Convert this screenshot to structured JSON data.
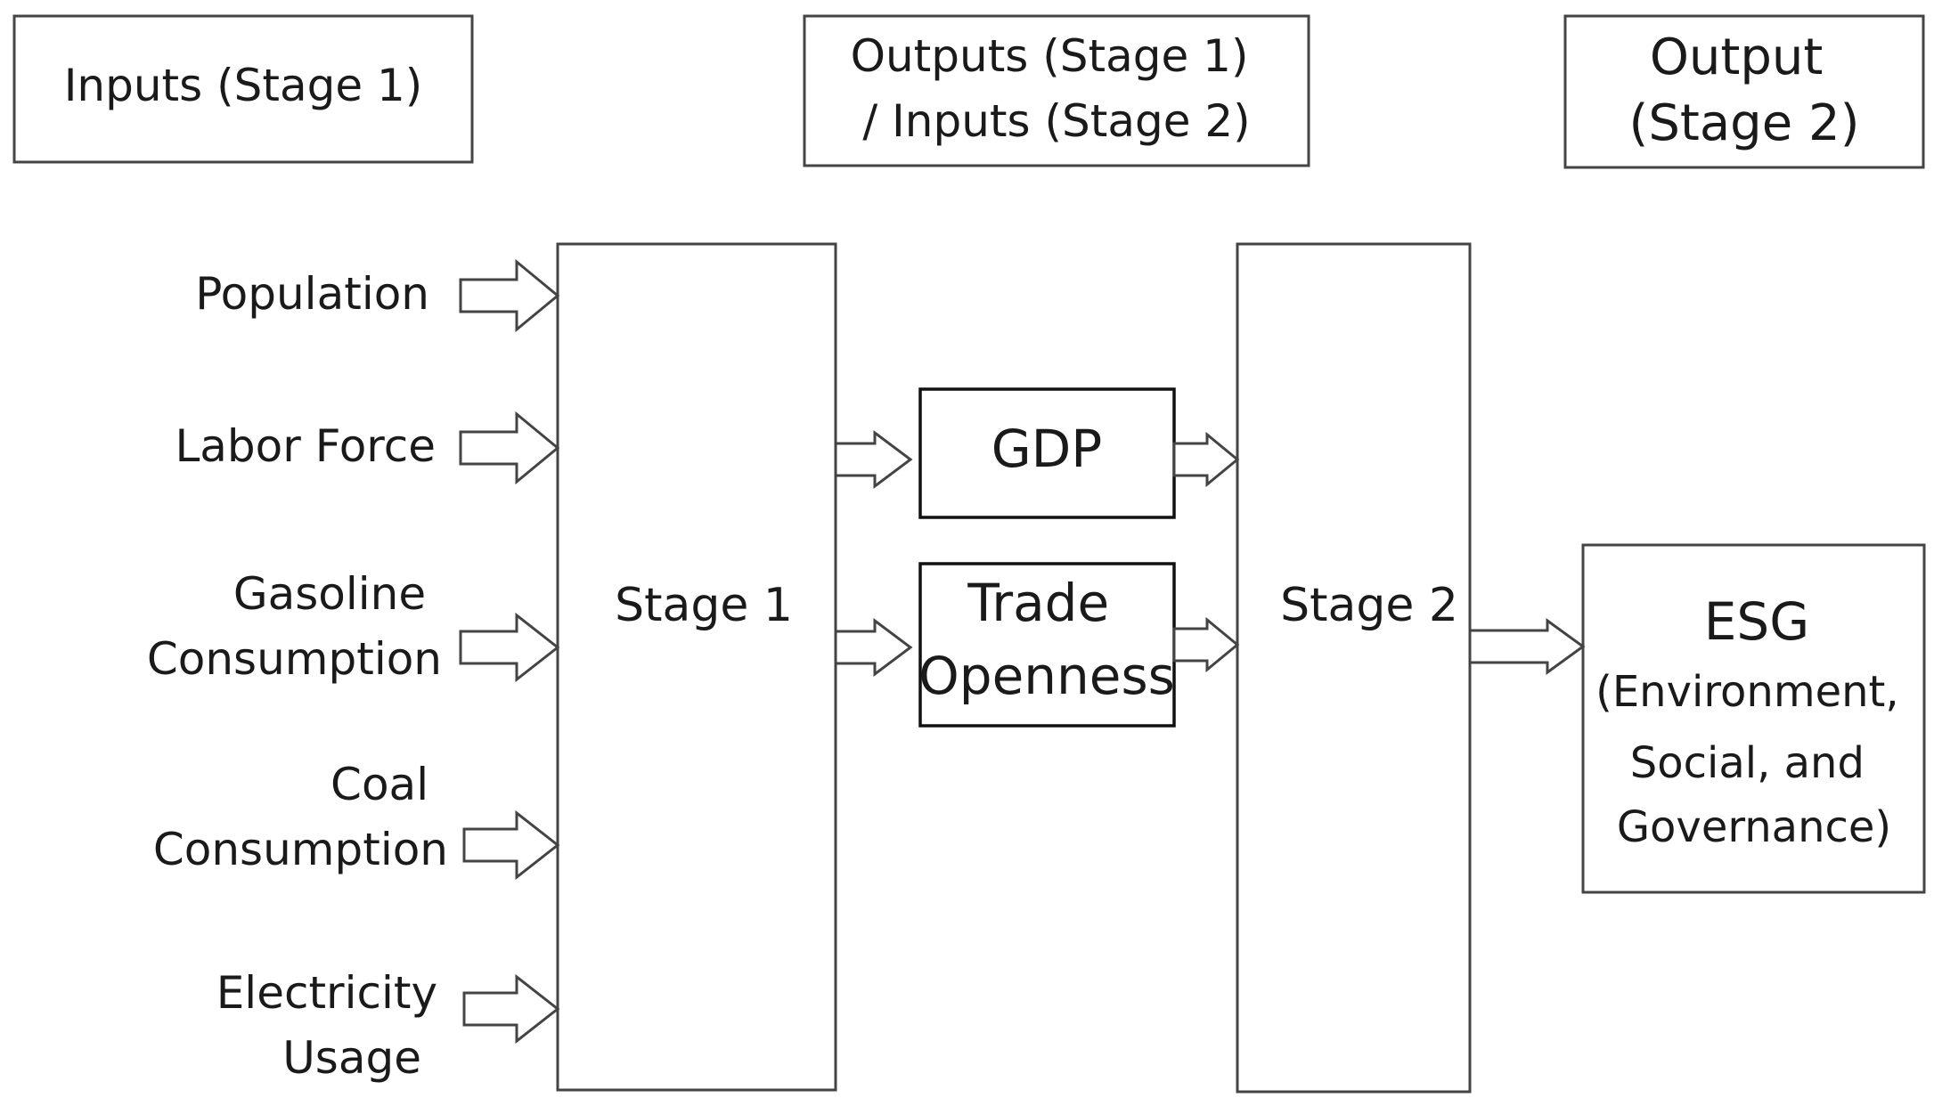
{
  "headers": {
    "inputs_stage1": [
      "Inputs (Stage 1)"
    ],
    "outputs_inputs": [
      "Outputs (Stage 1)",
      "/ Inputs (Stage 2)"
    ],
    "output_stage2": [
      "Output",
      "(Stage 2)"
    ]
  },
  "inputs": [
    [
      "Population"
    ],
    [
      "Labor Force"
    ],
    [
      "Gasoline",
      "Consumption"
    ],
    [
      "Coal",
      "Consumption"
    ],
    [
      "Electricity",
      "Usage"
    ]
  ],
  "stage1": "Stage 1",
  "stage2": "Stage 2",
  "intermediates": {
    "gdp": [
      "GDP"
    ],
    "trade": [
      "Trade",
      "Openness"
    ]
  },
  "esg": {
    "title": "ESG",
    "lines": [
      "(Environment,",
      "Social, and",
      "Governance)"
    ]
  }
}
